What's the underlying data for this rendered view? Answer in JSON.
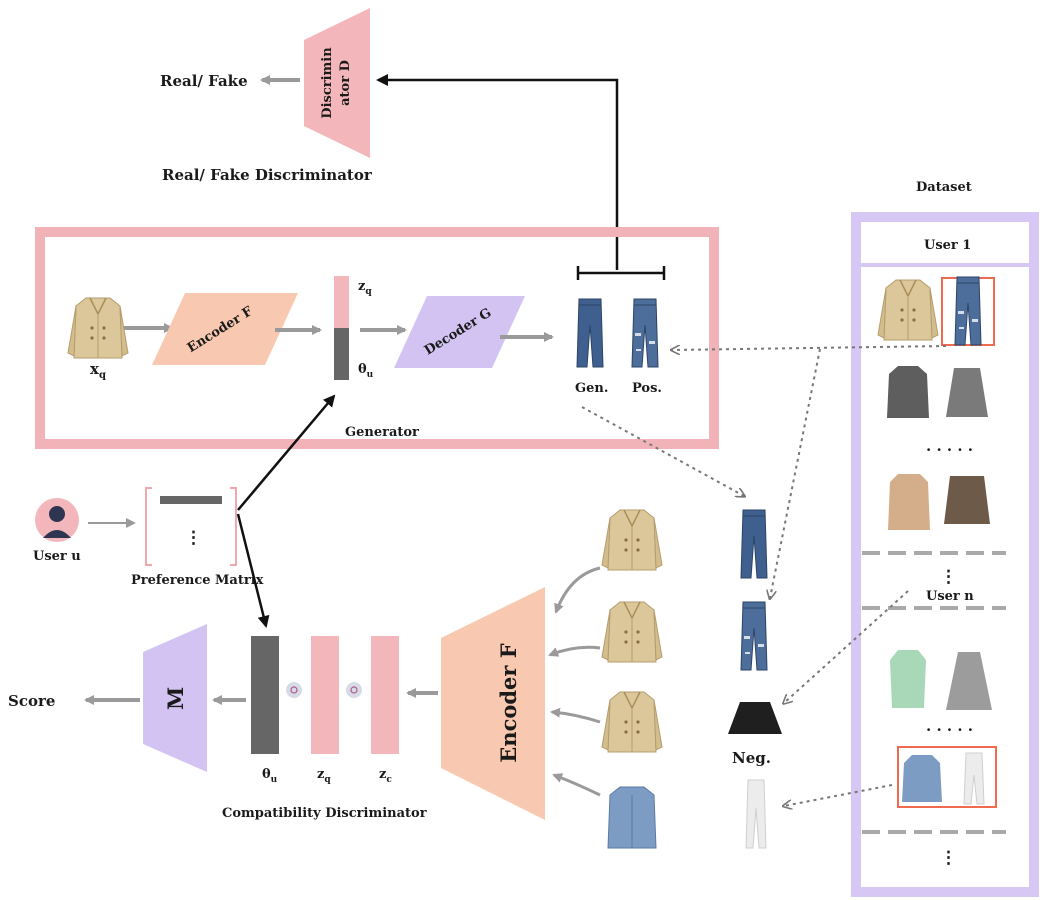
{
  "labels": {
    "real_fake_output": "Real/ Fake",
    "discriminator_d_line1": "Discrimin",
    "discriminator_d_line2": "ator D",
    "real_fake_discriminator": "Real/ Fake Discriminator",
    "dataset": "Dataset",
    "user_1": "User 1",
    "user_n": "User n",
    "x_q": "x",
    "x_q_sub": "q",
    "encoder_f_small": "Encoder F",
    "z_q_top": "z",
    "z_q_top_sub": "q",
    "theta_u_side": "θ",
    "theta_u_side_sub": "u",
    "decoder_g": "Decoder G",
    "gen": "Gen.",
    "pos": "Pos.",
    "generator": "Generator",
    "user_u": "User u",
    "preference_matrix": "Preference Matrix",
    "matrix_dots": "⋮",
    "score": "Score",
    "m_block": "M",
    "theta_u_bottom": "θ",
    "theta_u_bottom_sub": "u",
    "z_q_bottom": "z",
    "z_q_bottom_sub": "q",
    "z_c_bottom": "z",
    "z_c_bottom_sub": "c",
    "encoder_f_large": "Encoder F",
    "neg": "Neg.",
    "compatibility_discriminator": "Compatibility Discriminator",
    "ellipsis_1": "· · · · ·",
    "ellipsis_2": "· · · · ·",
    "vdots_1": "⋮",
    "vdots_2": "⋮"
  },
  "colors": {
    "pink": "#f3b6bb",
    "pink_border": "#f2b3b8",
    "lavender": "#d2c3f3",
    "lavender_border": "#d7c7f4",
    "peach": "#f8c9b0",
    "dark_gray": "#666666",
    "arrow_gray": "#9a9a9a",
    "red_highlight": "#f06a4f",
    "jacket_beige": "#dcc79a",
    "jeans_blue": "#3f5f8e",
    "denim_light": "#7d9cc4"
  }
}
